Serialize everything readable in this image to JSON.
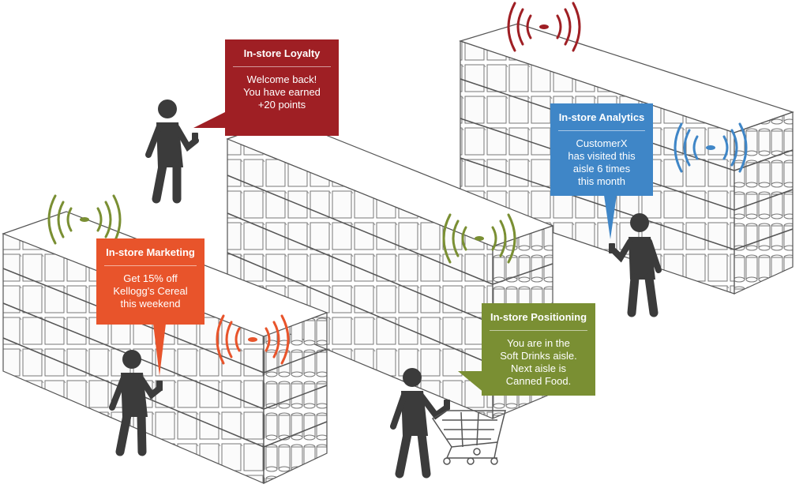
{
  "colors": {
    "loyalty": "#9f1f24",
    "analytics": "#3f86c7",
    "marketing": "#e8542b",
    "positioning": "#7a8f33",
    "figure": "#3b3b3b",
    "shelf_line": "#555555"
  },
  "callouts": {
    "loyalty": {
      "title": "In-store Loyalty",
      "lines": [
        "Welcome back!",
        "You have earned",
        "+20 points"
      ]
    },
    "analytics": {
      "title": "In-store Analytics",
      "lines": [
        "CustomerX",
        "has visited this",
        "aisle 6 times",
        "this month"
      ]
    },
    "marketing": {
      "title": "In-store Marketing",
      "lines": [
        "Get 15% off",
        "Kellogg's Cereal",
        "this weekend"
      ]
    },
    "positioning": {
      "title": "In-store Positioning",
      "lines": [
        "You are in the",
        "Soft Drinks aisle.",
        "Next aisle is",
        "Canned Food."
      ]
    }
  },
  "icons": {
    "beacon": "beacon-signal-icon",
    "person": "shopper-icon",
    "cart": "shopping-cart-icon",
    "phone": "smartphone-icon"
  }
}
